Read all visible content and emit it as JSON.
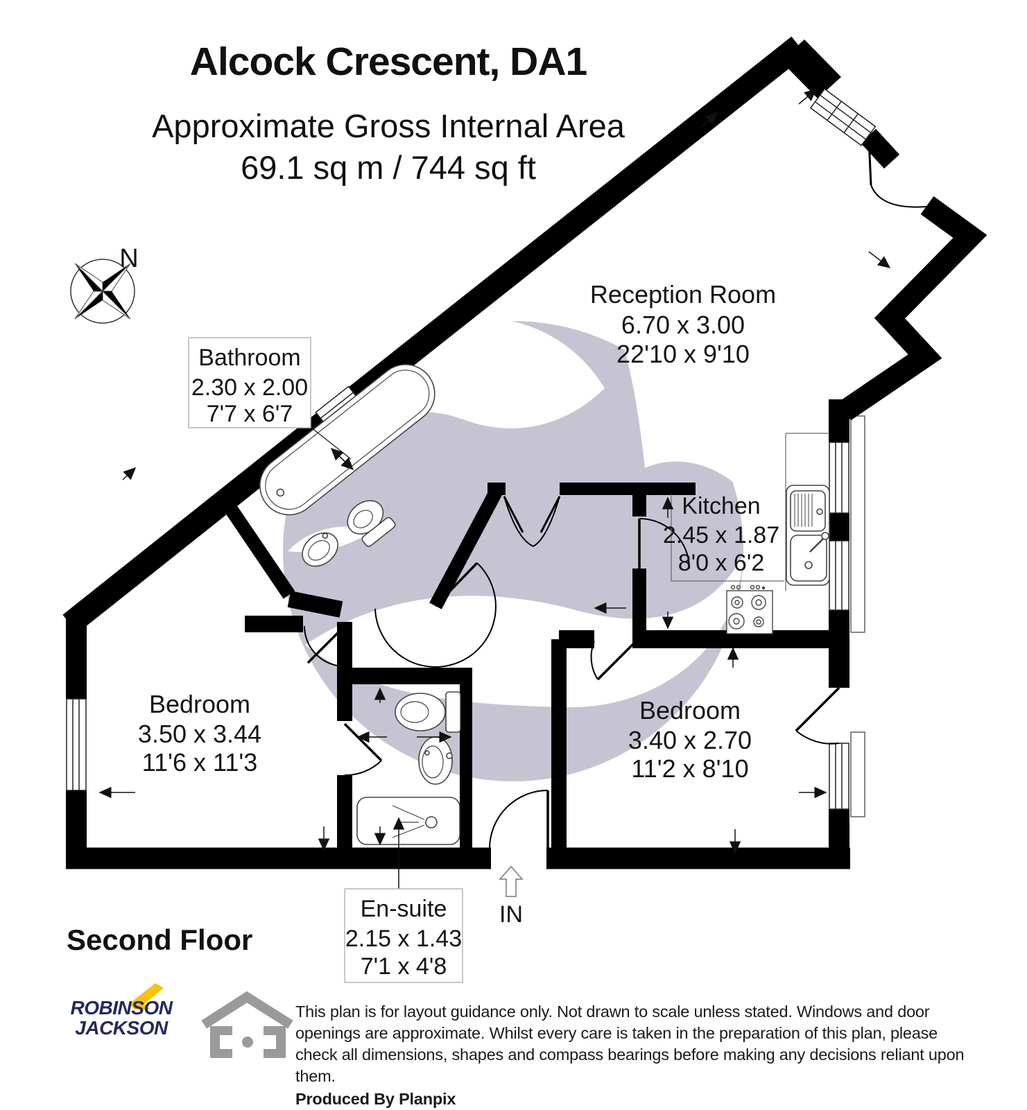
{
  "header": {
    "title": "Alcock Crescent, DA1",
    "subtitle": "Approximate Gross Internal Area",
    "area": "69.1 sq m / 744 sq ft"
  },
  "floor_label": "Second Floor",
  "compass": {
    "label": "N"
  },
  "entrance": {
    "label": "IN"
  },
  "rooms": [
    {
      "id": "bathroom",
      "name": "Bathroom",
      "metric": "2.30 x 2.00",
      "imperial": "7'7 x 6'7"
    },
    {
      "id": "reception",
      "name": "Reception Room",
      "metric": "6.70 x 3.00",
      "imperial": "22'10 x 9'10"
    },
    {
      "id": "kitchen",
      "name": "Kitchen",
      "metric": "2.45 x 1.87",
      "imperial": "8'0 x 6'2"
    },
    {
      "id": "bedroom-left",
      "name": "Bedroom",
      "metric": "3.50 x 3.44",
      "imperial": "11'6 x 11'3"
    },
    {
      "id": "bedroom-right",
      "name": "Bedroom",
      "metric": "3.40 x 2.70",
      "imperial": "11'2 x 8'10"
    },
    {
      "id": "en-suite",
      "name": "En-suite",
      "metric": "2.15 x 1.43",
      "imperial": "7'1 x 4'8"
    }
  ],
  "branding": {
    "agency_name_line1": "ROBINSON",
    "agency_name_line2": "JACKSON"
  },
  "footer": {
    "disclaimer": "This plan is for layout guidance only. Not drawn to scale unless stated. Windows and door openings are approximate. Whilst every care is taken in the preparation of this plan, please check all dimensions, shapes and compass bearings before making any decisions reliant upon them.",
    "credit": "Produced By Planpix"
  },
  "colors": {
    "wall": "#000000",
    "watermark": "#c6c4d2",
    "agency_navy": "#232a5c",
    "agency_yellow": "#f6c20a",
    "icon_gray": "#9a9a9a"
  }
}
